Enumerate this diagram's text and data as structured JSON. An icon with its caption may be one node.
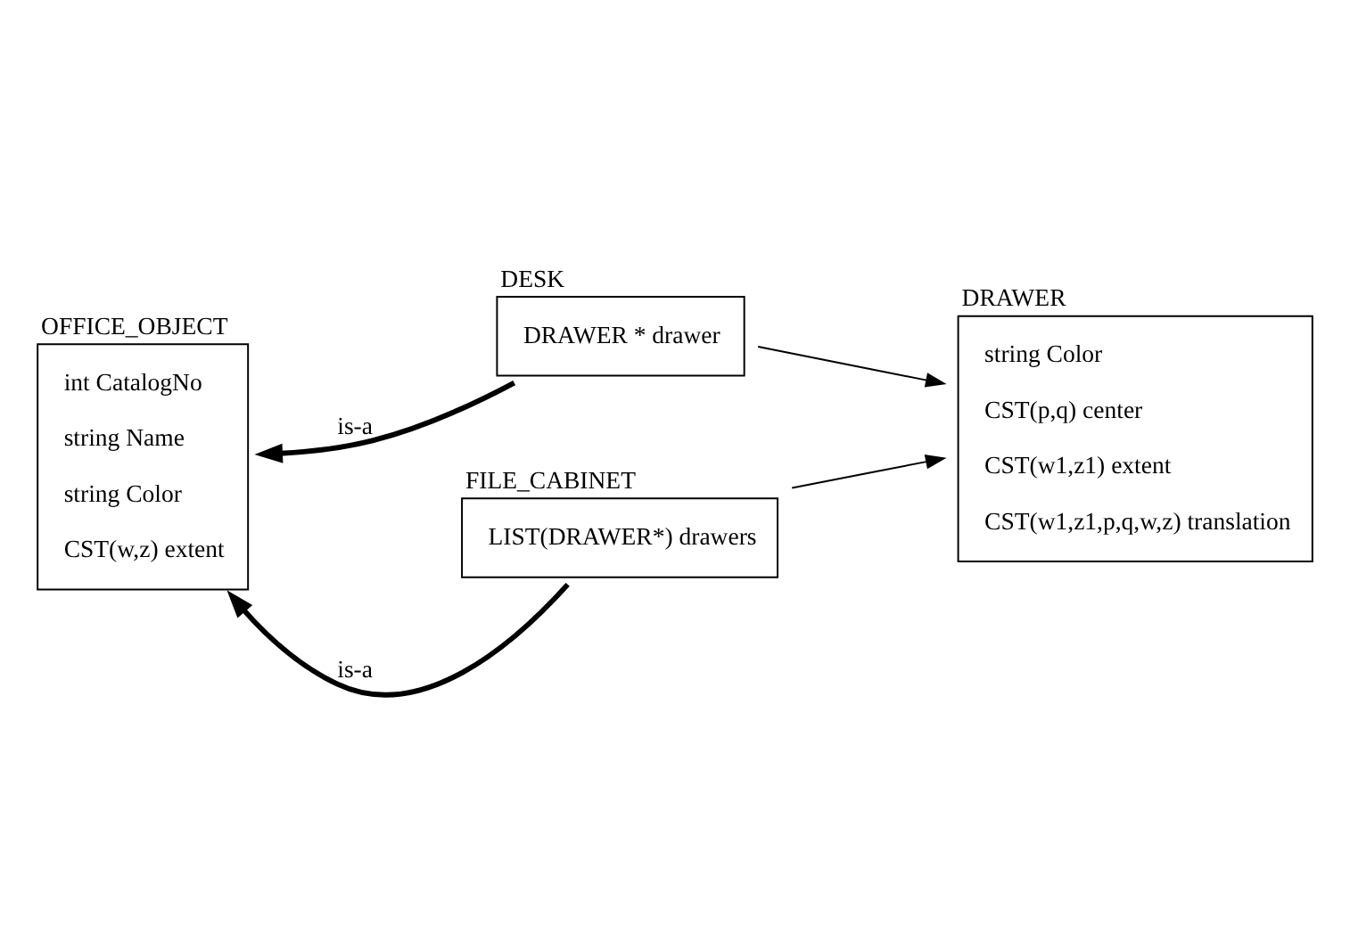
{
  "diagram": {
    "nodes": [
      {
        "text": [
          "OFFICE_OBJECT",
          "int CatalogNo",
          "string Name",
          "string Color",
          "CST(w,z) extent"
        ]
      },
      {
        "text": [
          "DESK",
          "DRAWER * drawer"
        ]
      },
      {
        "text": [
          "FILE_CABINET",
          "LIST(DRAWER*) drawers"
        ]
      },
      {
        "text": [
          "DRAWER",
          "string Color",
          "CST(p,q) center",
          "CST(w1,z1) extent",
          "CST(w1,z1,p,q,w,z) translation"
        ]
      }
    ],
    "edges": [
      {
        "from": 1,
        "to": 0,
        "arrow": "to",
        "label": "is-a",
        "style": "thick"
      },
      {
        "from": 2,
        "to": 0,
        "arrow": "to",
        "label": "is-a",
        "style": "thick"
      },
      {
        "from": 1,
        "to": 3,
        "arrow": "to"
      },
      {
        "from": 2,
        "to": 3,
        "arrow": "to"
      }
    ]
  }
}
